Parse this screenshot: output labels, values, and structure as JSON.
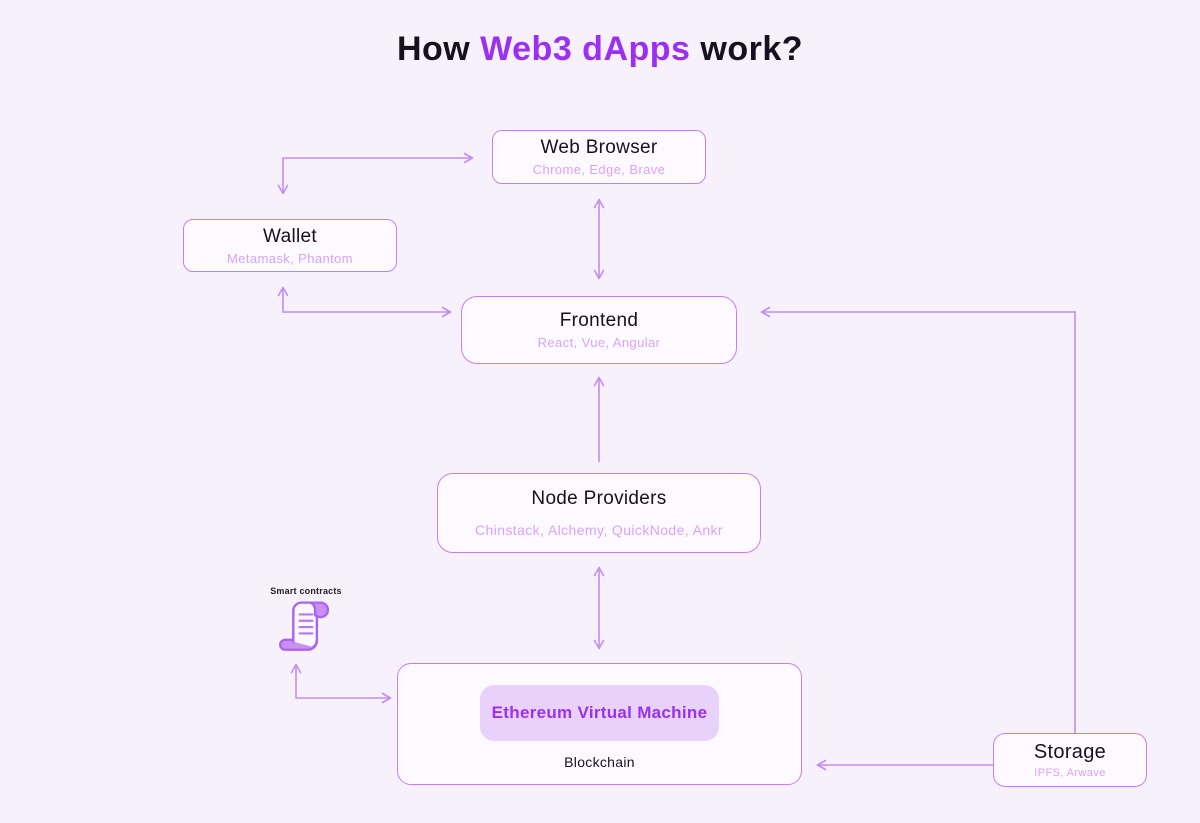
{
  "title": {
    "prefix": "How ",
    "highlight": "Web3 dApps",
    "suffix": " work?"
  },
  "colors": {
    "background": "#f7f1fc",
    "box_fill": "#fdfaff",
    "box_border": "#c77ef0",
    "title_text": "#161020",
    "subtitle_text": "#d8a3f6",
    "arrow": "#c48cf2",
    "accent": "#9b2ff2",
    "evm_fill": "#e9d2fa"
  },
  "nodes": {
    "web_browser": {
      "title": "Web Browser",
      "subtitle": "Chrome, Edge, Brave"
    },
    "wallet": {
      "title": "Wallet",
      "subtitle": "Metamask, Phantom"
    },
    "frontend": {
      "title": "Frontend",
      "subtitle": "React, Vue, Angular"
    },
    "node_providers": {
      "title": "Node Providers",
      "subtitle": "Chinstack, Alchemy, QuickNode, Ankr"
    },
    "blockchain": {
      "title": "Blockchain",
      "evm_label": "Ethereum Virtual Machine"
    },
    "storage": {
      "title": "Storage",
      "subtitle": "IPFS, Arwave"
    },
    "smart_contracts": {
      "label": "Smart contracts"
    }
  }
}
